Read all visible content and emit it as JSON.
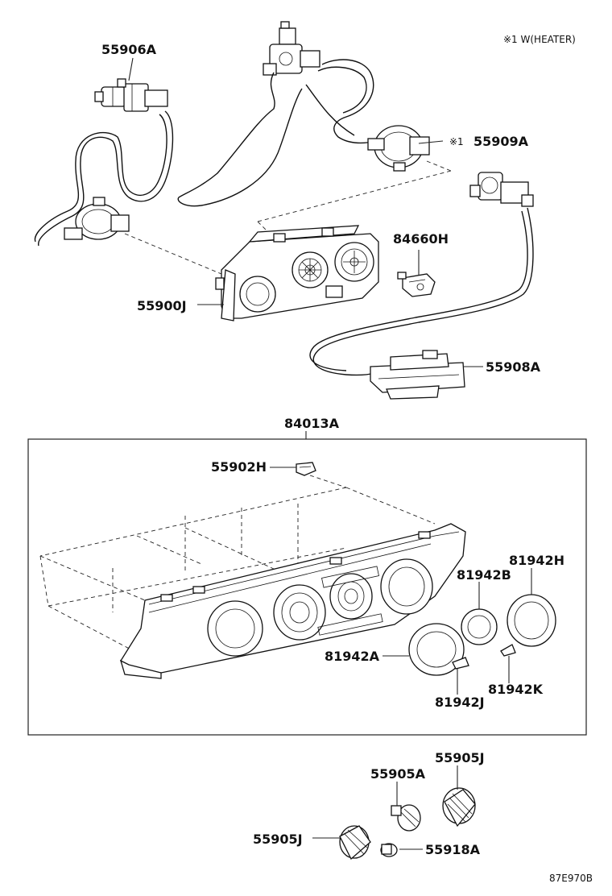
{
  "note": "※1 W(HEATER)",
  "diagram_code": "87E970B",
  "parts": {
    "p55906A": "55906A",
    "p55909A": "55909A",
    "p55909A_mark": "※1",
    "p84660H": "84660H",
    "p55900J": "55900J",
    "p55908A": "55908A",
    "p84013A": "84013A",
    "p55902H": "55902H",
    "p81942H": "81942H",
    "p81942B": "81942B",
    "p81942A": "81942A",
    "p81942J": "81942J",
    "p81942K": "81942K",
    "p55905J_top": "55905J",
    "p55905A": "55905A",
    "p55905J_bottom": "55905J",
    "p55918A": "55918A"
  }
}
